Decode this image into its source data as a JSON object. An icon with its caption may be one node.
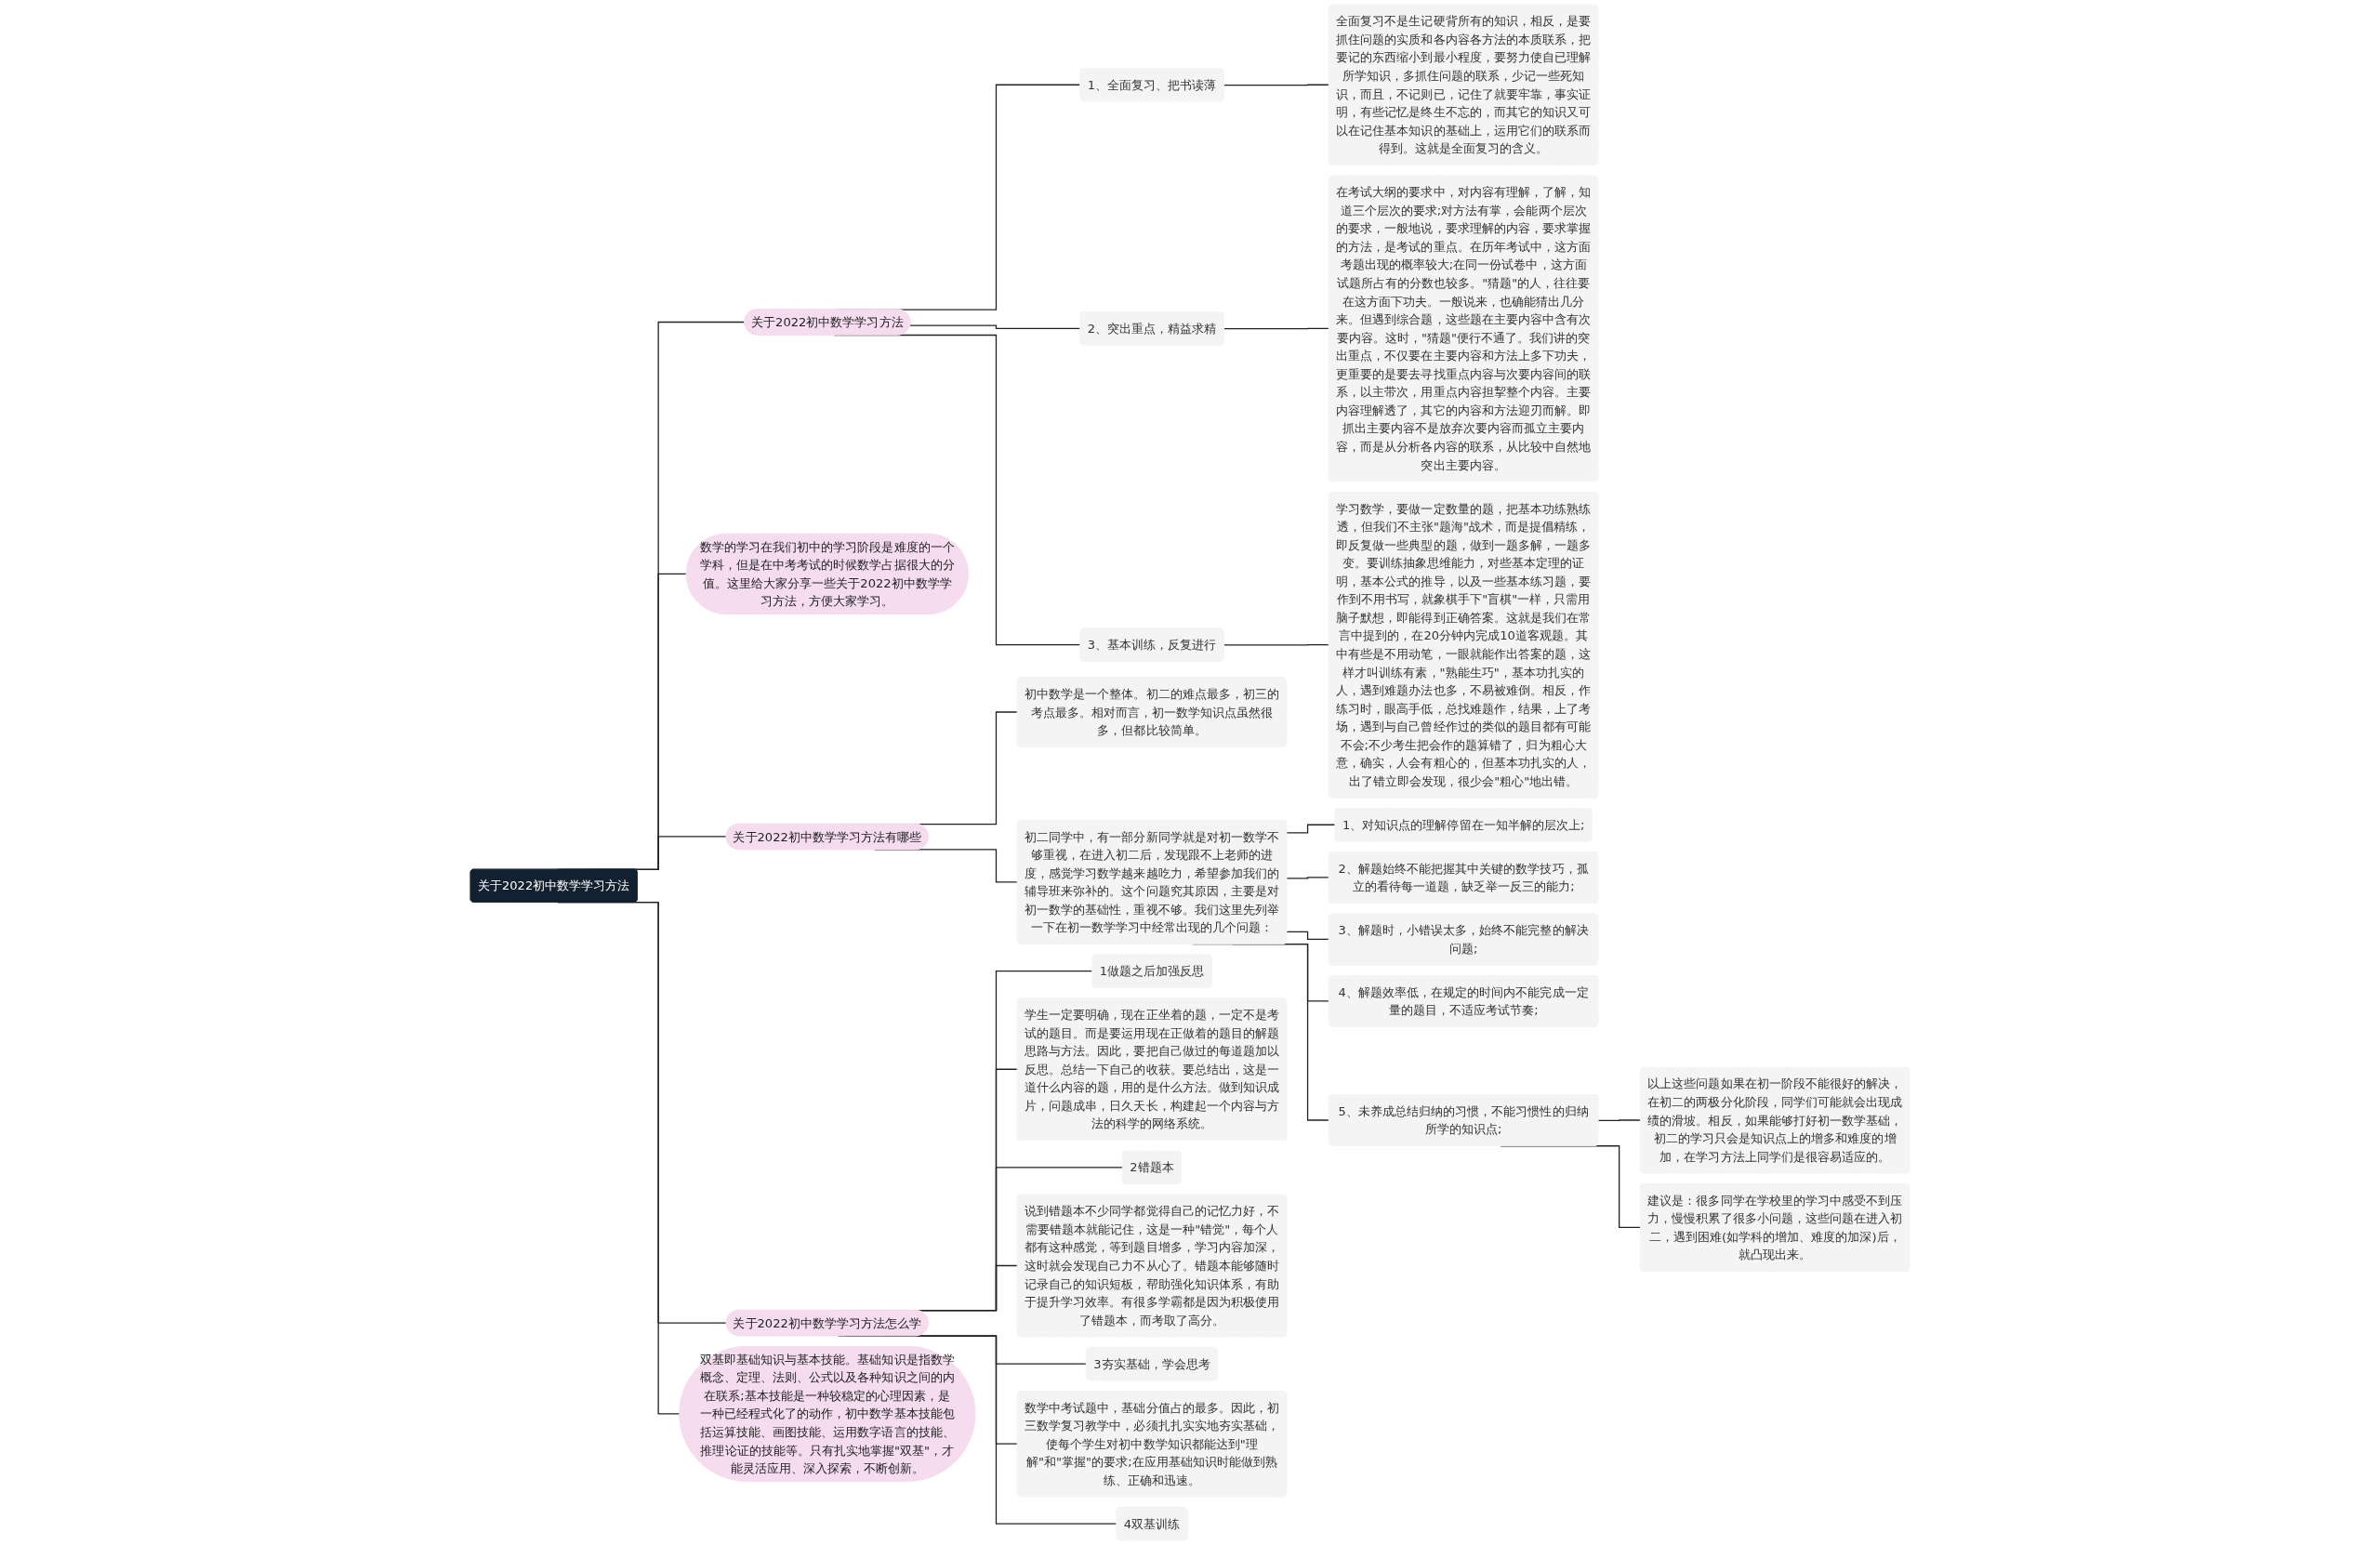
{
  "diagram": {
    "nodes": [
      {
        "text": [
          "关于2022初中数学学习方法"
        ]
      },
      {
        "text": [
          "关于2022初中数学学习方法"
        ]
      },
      {
        "text": [
          "1、全面复习、把书读薄"
        ]
      },
      {
        "text": [
          "全面复习不是生记硬背所有的知识，相反，是要抓住问题的实质和各内容各方法的本质联系，把要记的东西缩小到最小程度，要努力使自已理解所学知识，多抓住问题的联系，少记一些死知识，而且，不记则已，记住了就要牢靠，事实证明，有些记忆是终生不忘的，而其它的知识又可以在记住基本知识的基础上，运用它们的联系而得到。这就是全面复习的含义。"
        ]
      },
      {
        "text": [
          "2、突出重点，精益求精"
        ]
      },
      {
        "text": [
          "在考试大纲的要求中，对内容有理解，了解，知道三个层次的要求;对方法有掌，会能两个层次的要求，一般地说，要求理解的内容，要求掌握的方法，是考试的重点。在历年考试中，这方面考题出现的概率较大;在同一份试卷中，这方面试题所占有的分数也较多。\"猜题\"的人，往往要在这方面下功夫。一般说来，也确能猜出几分来。但遇到综合题，这些题在主要内容中含有次要内容。这时，\"猜题\"便行不通了。我们讲的突出重点，不仅要在主要内容和方法上多下功夫，更重要的是要去寻找重点内容与次要内容间的联系，以主带次，用重点内容担挈整个内容。主要内容理解透了，其它的内容和方法迎刃而解。即抓出主要内容不是放弃次要内容而孤立主要内容，而是从分析各内容的联系，从比较中自然地突出主要内容。"
        ]
      },
      {
        "text": [
          "3、基本训练，反复进行"
        ]
      },
      {
        "text": [
          "学习数学，要做一定数量的题，把基本功练熟练透，但我们不主张\"题海\"战术，而是提倡精练，即反复做一些典型的题，做到一题多解，一题多变。要训练抽象思维能力，对些基本定理的证明，基本公式的推导，以及一些基本练习题，要作到不用书写，就象棋手下\"盲棋\"一样，只需用脑子默想，即能得到正确答案。这就是我们在常言中提到的，在20分钟内完成10道客观题。其中有些是不用动笔，一眼就能作出答案的题，这样才叫训练有素，\"熟能生巧\"，基本功扎实的人，遇到难题办法也多，不易被难倒。相反，作练习时，眼高手低，总找难题作，结果，上了考场，遇到与自己曾经作过的类似的题目都有可能不会;不少考生把会作的题算错了，归为粗心大意，确实，人会有粗心的，但基本功扎实的人，出了错立即会发现，很少会\"粗心\"地出错。"
        ]
      },
      {
        "text": [
          "数学的学习在我们初中的学习阶段是难度的一个学科，但是在中考考试的时候数学占据很大的分值。这里给大家分享一些关于2022初中数学学习方法，方便大家学习。"
        ]
      },
      {
        "text": [
          "关于2022初中数学学习方法有哪些"
        ]
      },
      {
        "text": [
          "初中数学是一个整体。初二的难点最多，初三的考点最多。相对而言，初一数学知识点虽然很多，但都比较简单。"
        ]
      },
      {
        "text": [
          "初二同学中，有一部分新同学就是对初一数学不够重视，在进入初二后，发现跟不上老师的进度，感觉学习数学越来越吃力，希望参加我们的辅导班来弥补的。这个问题究其原因，主要是对初一数学的基础性，重视不够。我们这里先列举一下在初一数学学习中经常出现的几个问题："
        ]
      },
      {
        "text": [
          "1、对知识点的理解停留在一知半解的层次上;"
        ]
      },
      {
        "text": [
          "2、解题始终不能把握其中关键的数学技巧，孤立的看待每一道题，缺乏举一反三的能力;"
        ]
      },
      {
        "text": [
          "3、解题时，小错误太多，始终不能完整的解决问题;"
        ]
      },
      {
        "text": [
          "4、解题效率低，在规定的时间内不能完成一定量的题目，不适应考试节奏;"
        ]
      },
      {
        "text": [
          "5、未养成总结归纳的习惯，不能习惯性的归纳所学的知识点;"
        ]
      },
      {
        "text": [
          "以上这些问题如果在初一阶段不能很好的解决，在初二的两极分化阶段，同学们可能就会出现成绩的滑坡。相反，如果能够打好初一数学基础，初二的学习只会是知识点上的增多和难度的增加，在学习方法上同学们是很容易适应的。"
        ]
      },
      {
        "text": [
          "建议是：很多同学在学校里的学习中感受不到压力，慢慢积累了很多小问题，这些问题在进入初二，遇到困难(如学科的增加、难度的加深)后，就凸现出来。"
        ]
      },
      {
        "text": [
          "关于2022初中数学学习方法怎么学"
        ]
      },
      {
        "text": [
          "1做题之后加强反思"
        ]
      },
      {
        "text": [
          "学生一定要明确，现在正坐着的题，一定不是考试的题目。而是要运用现在正做着的题目的解题思路与方法。因此，要把自己做过的每道题加以反思。总结一下自己的收获。要总结出，这是一道什么内容的题，用的是什么方法。做到知识成片，问题成串，日久天长，构建起一个内容与方法的科学的网络系统。"
        ]
      },
      {
        "text": [
          "2错题本"
        ]
      },
      {
        "text": [
          "说到错题本不少同学都觉得自己的记忆力好，不需要错题本就能记住，这是一种\"错觉\"，每个人都有这种感觉，等到题目增多，学习内容加深，这时就会发现自己力不从心了。错题本能够随时记录自己的知识短板，帮助强化知识体系，有助于提升学习效率。有很多学霸都是因为积极使用了错题本，而考取了高分。"
        ]
      },
      {
        "text": [
          "3夯实基础，学会思考"
        ]
      },
      {
        "text": [
          "数学中考试题中，基础分值占的最多。因此，初三数学复习教学中，必须扎扎实实地夯实基础，使每个学生对初中数学知识都能达到\"理解\"和\"掌握\"的要求;在应用基础知识时能做到熟练、正确和迅速。"
        ]
      },
      {
        "text": [
          "4双基训练"
        ]
      },
      {
        "text": [
          "双基即基础知识与基本技能。基础知识是指数学概念、定理、法则、公式以及各种知识之间的内在联系;基本技能是一种较稳定的心理因素，是一种已经程式化了的动作，初中数学基本技能包括运算技能、画图技能、运用数字语言的技能、推理论证的技能等。只有扎实地掌握\"双基\"，才能灵活应用、深入探索，不断创新。"
        ]
      }
    ],
    "edges": [
      {
        "from": 0,
        "to": 1,
        "arrow": "none"
      },
      {
        "from": 1,
        "to": 2,
        "arrow": "none"
      },
      {
        "from": 2,
        "to": 3,
        "arrow": "none"
      },
      {
        "from": 1,
        "to": 4,
        "arrow": "none"
      },
      {
        "from": 4,
        "to": 5,
        "arrow": "none"
      },
      {
        "from": 1,
        "to": 6,
        "arrow": "none"
      },
      {
        "from": 6,
        "to": 7,
        "arrow": "none"
      },
      {
        "from": 0,
        "to": 8,
        "arrow": "none"
      },
      {
        "from": 0,
        "to": 9,
        "arrow": "none"
      },
      {
        "from": 9,
        "to": 10,
        "arrow": "none"
      },
      {
        "from": 9,
        "to": 11,
        "arrow": "none"
      },
      {
        "from": 11,
        "to": 12,
        "arrow": "none"
      },
      {
        "from": 11,
        "to": 13,
        "arrow": "none"
      },
      {
        "from": 11,
        "to": 14,
        "arrow": "none"
      },
      {
        "from": 11,
        "to": 15,
        "arrow": "none"
      },
      {
        "from": 11,
        "to": 16,
        "arrow": "none"
      },
      {
        "from": 16,
        "to": 17,
        "arrow": "none"
      },
      {
        "from": 16,
        "to": 18,
        "arrow": "none"
      },
      {
        "from": 0,
        "to": 19,
        "arrow": "none"
      },
      {
        "from": 19,
        "to": 20,
        "arrow": "none"
      },
      {
        "from": 19,
        "to": 21,
        "arrow": "none"
      },
      {
        "from": 19,
        "to": 22,
        "arrow": "none"
      },
      {
        "from": 19,
        "to": 23,
        "arrow": "none"
      },
      {
        "from": 19,
        "to": 24,
        "arrow": "none"
      },
      {
        "from": 19,
        "to": 25,
        "arrow": "none"
      },
      {
        "from": 19,
        "to": 26,
        "arrow": "none"
      },
      {
        "from": 0,
        "to": 27,
        "arrow": "none"
      }
    ]
  }
}
